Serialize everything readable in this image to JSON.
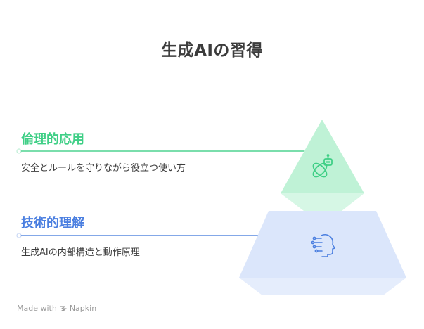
{
  "title": "生成AIの習得",
  "levels": [
    {
      "heading": "倫理的応用",
      "description": "安全とルールを守りながら役立つ使い方",
      "icon": "robot-atom-icon",
      "color": "#3fcf86"
    },
    {
      "heading": "技術的理解",
      "description": "生成AIの内部構造と動作原理",
      "icon": "ai-head-icon",
      "color": "#4b7fe0"
    }
  ],
  "watermark": {
    "prefix": "Made with",
    "brand": "Napkin"
  }
}
